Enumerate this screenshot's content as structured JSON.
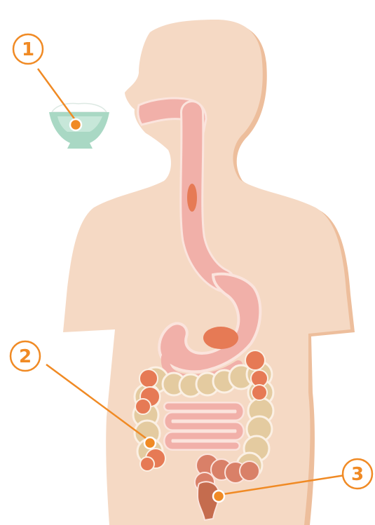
{
  "diagram": {
    "colors": {
      "skin": "#F5D9C4",
      "skin_shadow": "#EDBE9C",
      "tract": "#F1B0A9",
      "tract_outline": "#FBE4DD",
      "food": "#E67A55",
      "colon": "#E4CBA0",
      "colon_dark": "#D98068",
      "rectum": "#C56C4E",
      "bowl": "#A9D8C4",
      "rice": "#FFFFFF",
      "label": "#F08A24"
    },
    "labels": [
      {
        "id": "1",
        "text": "1"
      },
      {
        "id": "2",
        "text": "2"
      },
      {
        "id": "3",
        "text": "3"
      }
    ]
  }
}
